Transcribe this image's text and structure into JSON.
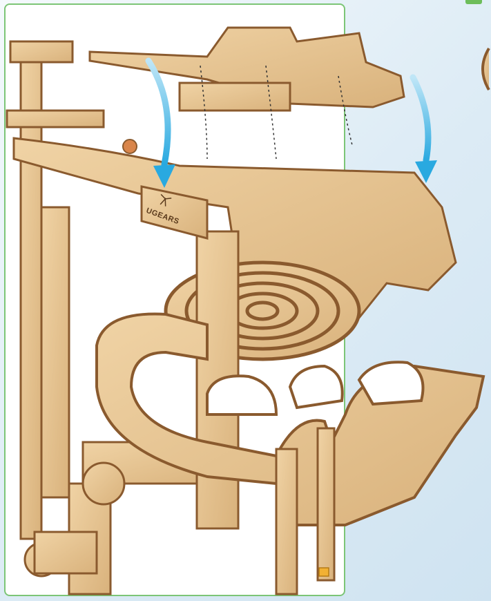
{
  "brand": {
    "logo_text": "UGEARS"
  },
  "colors": {
    "panel_border": "#7cc576",
    "arrow": "#29a9e0",
    "wood": "#e2bf8e",
    "wood_edge": "#8a5a2e",
    "accent_dot": "#f2b134"
  },
  "step": {
    "arrows": [
      "curved-down-arrow-left",
      "curved-down-arrow-right"
    ],
    "guide_lines": "dashed-alignment-lines"
  }
}
